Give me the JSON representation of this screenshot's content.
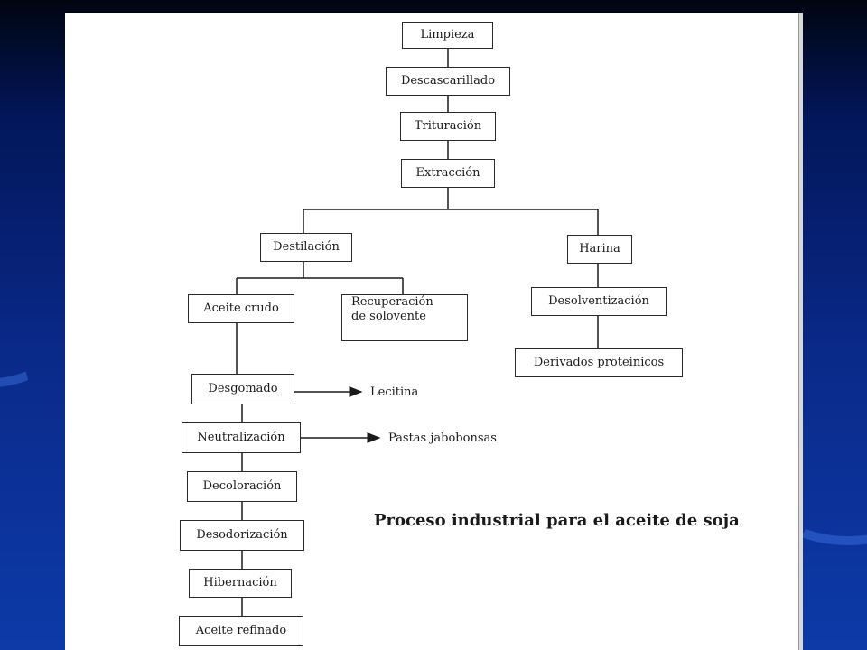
{
  "diagram": {
    "nodes": {
      "limpieza": "Limpieza",
      "descascarillado": "Descascarillado",
      "trituracion": "Trituración",
      "extraccion": "Extracción",
      "destilacion": "Destilación",
      "harina": "Harina",
      "aceite_crudo": "Aceite crudo",
      "recuperacion_1": "Recuperación",
      "recuperacion_2": "de solovente",
      "desolventizacion": "Desolventización",
      "derivados": "Derivados proteinicos",
      "desgomado": "Desgomado",
      "neutralizacion": "Neutralización",
      "decoloracion": "Decoloración",
      "desodorizacion": "Desodorización",
      "hibernacion": "Hibernación",
      "aceite_refinado": "Aceite refinado"
    },
    "outputs": {
      "lecitina": "Lecitina",
      "pastas": "Pastas jabobonsas"
    },
    "caption": "Proceso industrial para el aceite de soja"
  }
}
